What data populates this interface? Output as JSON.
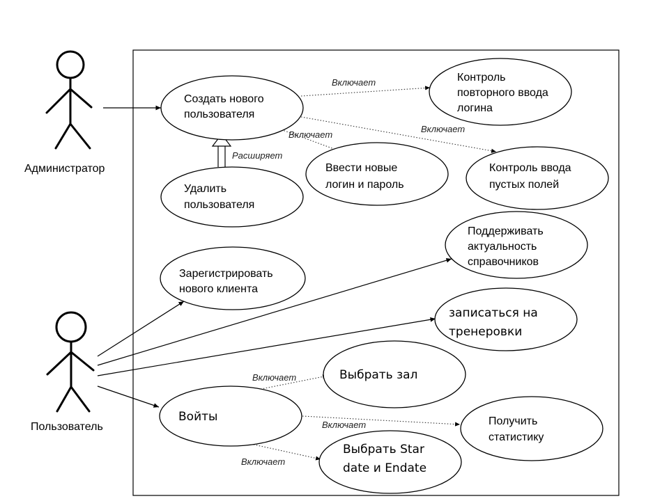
{
  "actors": {
    "admin": "Администратор",
    "user": "Пользователь"
  },
  "use_cases": {
    "create_user": [
      "Создать нового",
      "пользователя"
    ],
    "check_repeat_login": [
      "Контроль",
      "повторного ввода",
      "логина"
    ],
    "enter_login_password": [
      "Ввести новые",
      "логин и пароль"
    ],
    "check_empty_fields": [
      "Контроль ввода",
      "пустых полей"
    ],
    "delete_user": [
      "Удалить",
      "пользователя"
    ],
    "maintain_directories": [
      "Поддерживать",
      "актуальность",
      "справочников"
    ],
    "register_client": [
      "Зарегистрировать",
      "нового клиента"
    ],
    "sign_up_training": [
      "записаться на",
      "тренеровки"
    ],
    "choose_hall": [
      "Выбрать зал"
    ],
    "login": [
      "Войты"
    ],
    "get_statistics": [
      "Получить",
      "статистику"
    ],
    "choose_dates": [
      "Выбрать Star",
      "date и Endate"
    ]
  },
  "relations": {
    "includes": "Включает",
    "extends": "Расширяет"
  }
}
